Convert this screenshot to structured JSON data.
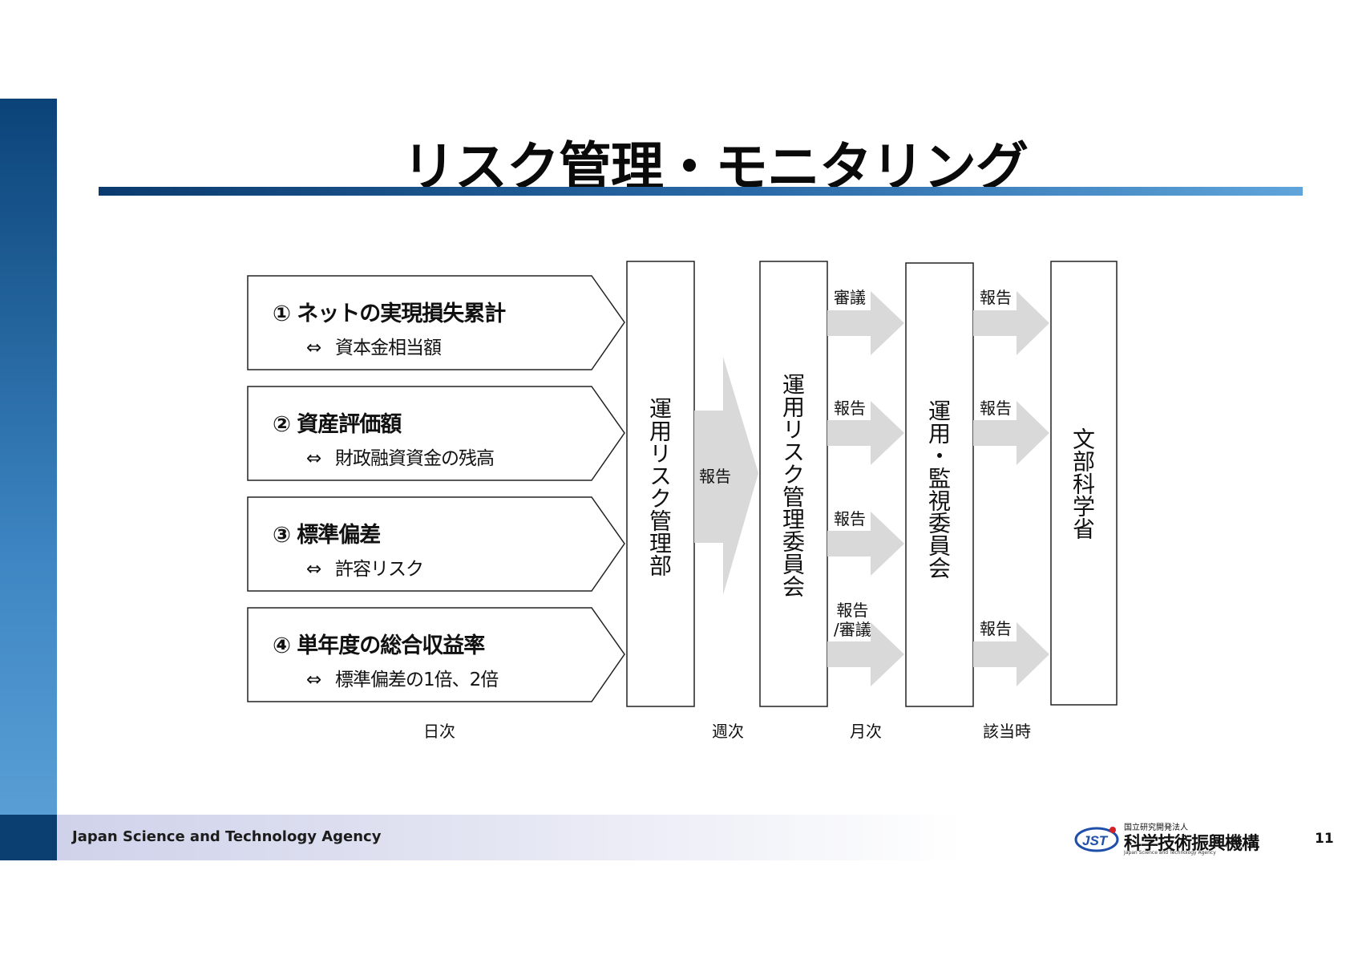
{
  "title": "リスク管理・モニタリング",
  "items": [
    {
      "main": "① ネットの実現損失累計",
      "arrow": "⇔",
      "sub": "資本金相当額"
    },
    {
      "main": "② 資産評価額",
      "arrow": "⇔",
      "sub": "財政融資資金の残高"
    },
    {
      "main": "③ 標準偏差",
      "arrow": "⇔",
      "sub": "許容リスク"
    },
    {
      "main": "④ 単年度の総合収益率",
      "arrow": "⇔",
      "sub": "標準偏差の1倍、2倍"
    }
  ],
  "boxes": {
    "dept": "運用リスク管理部",
    "committee1": "運用リスク管理委員会",
    "committee2": "運用・監視委員会",
    "ministry": "文部科学省"
  },
  "arrow_labels": {
    "big": "報告",
    "c1": [
      "審議",
      "報告",
      "報告",
      "報告\n/審議"
    ],
    "c2": [
      "報告",
      "報告",
      "報告"
    ]
  },
  "frequencies": {
    "daily": "日次",
    "weekly": "週次",
    "monthly": "月次",
    "asneeded": "該当時"
  },
  "footer": {
    "agency_en": "Japan Science and Technology Agency",
    "logo_small": "国立研究開発法人",
    "logo_jp": "科学技術振興機構",
    "logo_en": "Japan Science and Technology Agency",
    "logo_mark": "JST",
    "page": "11"
  },
  "colors": {
    "accent_dark": "#0b3b6e",
    "accent_light": "#5fa4da",
    "arrow_gray": "#d9d9d9"
  }
}
